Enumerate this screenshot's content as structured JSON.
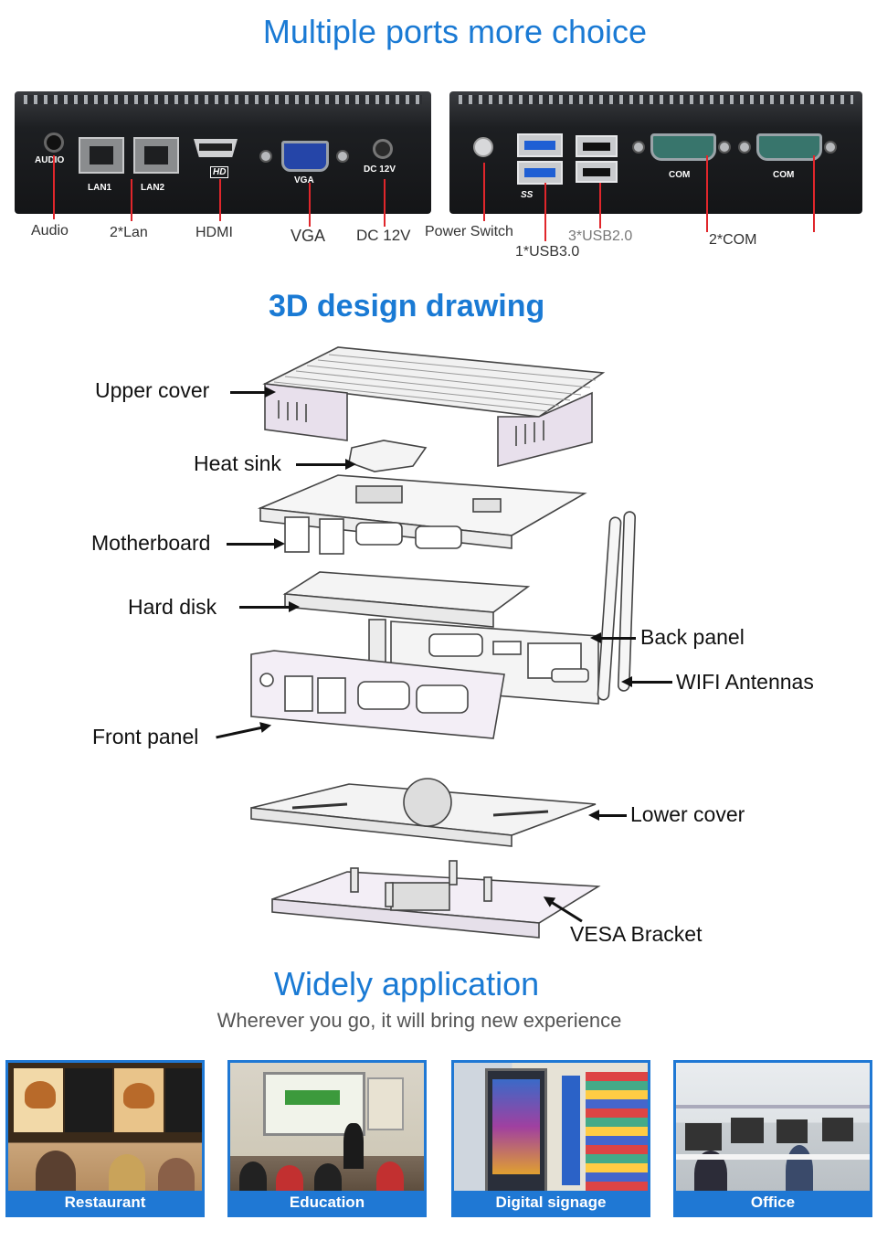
{
  "sections": {
    "ports": {
      "title": "Multiple ports more choice",
      "front_panel_printed": {
        "audio": "AUDIO",
        "lan1": "LAN1",
        "lan2": "LAN2",
        "hdmi": "HD",
        "vga": "VGA",
        "dc": "DC 12V"
      },
      "back_panel_printed": {
        "com1": "COM",
        "com2": "COM",
        "usb3_logo": "SS"
      },
      "callouts": [
        "Audio",
        "2*Lan",
        "HDMI",
        "VGA",
        "DC 12V",
        "Power Switch",
        "1*USB3.0",
        "3*USB2.0",
        "2*COM"
      ]
    },
    "design": {
      "title": "3D design drawing",
      "parts": [
        "Upper cover",
        "Heat sink",
        "Motherboard",
        "Hard disk",
        "Back panel",
        "WIFI Antennas",
        "Front panel",
        "Lower cover",
        "VESA Bracket"
      ]
    },
    "application": {
      "title": "Widely application",
      "subtitle": "Wherever you go, it will bring new experience",
      "cards": [
        "Restaurant",
        "Education",
        "Digital signage",
        "Office"
      ]
    }
  },
  "colors": {
    "heading_blue": "#1a7ad4",
    "callout_red": "#e0262b",
    "card_blue": "#1f78d4"
  }
}
